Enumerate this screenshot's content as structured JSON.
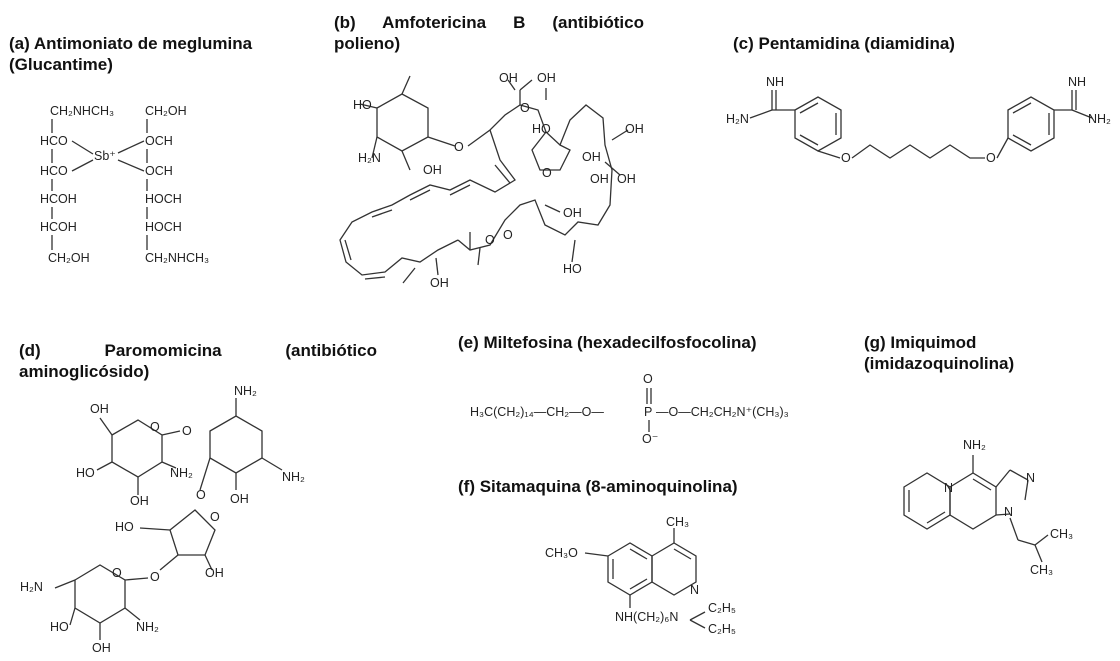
{
  "panels": {
    "a": {
      "title": "(a) Antimoniato de meglumina (Glucantime)",
      "left_col": [
        "CH₂NHCH₃",
        "HCO",
        "HCO",
        "HCOH",
        "HCOH",
        "CH₂OH"
      ],
      "right_col": [
        "CH₂OH",
        "OCH",
        "OCH",
        "HOCH",
        "HOCH",
        "CH₂NHCH₃"
      ],
      "center": "Sb⁺"
    },
    "b": {
      "title": "(b) Amfotericina B (antibiótico polieno)",
      "labels": [
        "HO",
        "OH",
        "OH",
        "HO",
        "OH",
        "H₂N",
        "O",
        "OH",
        "O",
        "O",
        "OH",
        "O",
        "O",
        "OH",
        "OH",
        "HO",
        "OH",
        "OH"
      ]
    },
    "c": {
      "title": "(c) Pentamidina (diamidina)",
      "labels": [
        "NH",
        "H₂N",
        "O",
        "O",
        "NH",
        "NH₂"
      ]
    },
    "d": {
      "title": "(d) Paromomicina (antibiótico aminoglicósido)",
      "labels": [
        "OH",
        "O",
        "O",
        "NH₂",
        "HO",
        "OH",
        "NH₂",
        "O",
        "OH",
        "NH₂",
        "HO",
        "O",
        "OH",
        "O",
        "H₂N",
        "O",
        "HO",
        "NH₂",
        "OH"
      ]
    },
    "e": {
      "title": "(e) Miltefosina (hexadecilfosfocolina)",
      "formula_left": "H₃C(CH₂)₁₄—CH₂—O—",
      "p": "P",
      "o_top": "O",
      "o_bottom": "O⁻",
      "formula_right": "—O—CH₂CH₂N⁺(CH₃)₃"
    },
    "f": {
      "title": "(f) Sitamaquina (8-aminoquinolina)",
      "labels": [
        "CH₃O",
        "CH₃",
        "N",
        "NH(CH₂)₆N",
        "C₂H₅",
        "C₂H₅"
      ]
    },
    "g": {
      "title": "(g) Imiquimod (imidazoquinolina)",
      "labels": [
        "NH₂",
        "N",
        "N",
        "N",
        "CH₃",
        "CH₃"
      ]
    }
  }
}
